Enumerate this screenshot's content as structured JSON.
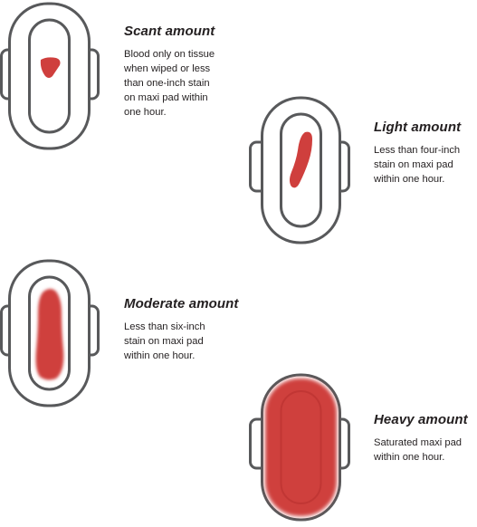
{
  "pad_colors": {
    "outline": "#58595b",
    "stain": "#cf3f3d",
    "stain_dark": "#c4302e",
    "background": "#ffffff"
  },
  "items": [
    {
      "title": "Scant amount",
      "lines": [
        "Blood only on tissue",
        "when wiped or less",
        "than one-inch stain",
        "on maxi pad within",
        "one hour."
      ]
    },
    {
      "title": "Light amount",
      "lines": [
        "Less than four-inch",
        "stain on maxi pad",
        "within one hour."
      ]
    },
    {
      "title": "Moderate amount",
      "lines": [
        "Less than six-inch",
        "stain on maxi pad",
        "within one hour."
      ]
    },
    {
      "title": "Heavy amount",
      "lines": [
        "Saturated maxi pad",
        "within one hour."
      ]
    }
  ]
}
